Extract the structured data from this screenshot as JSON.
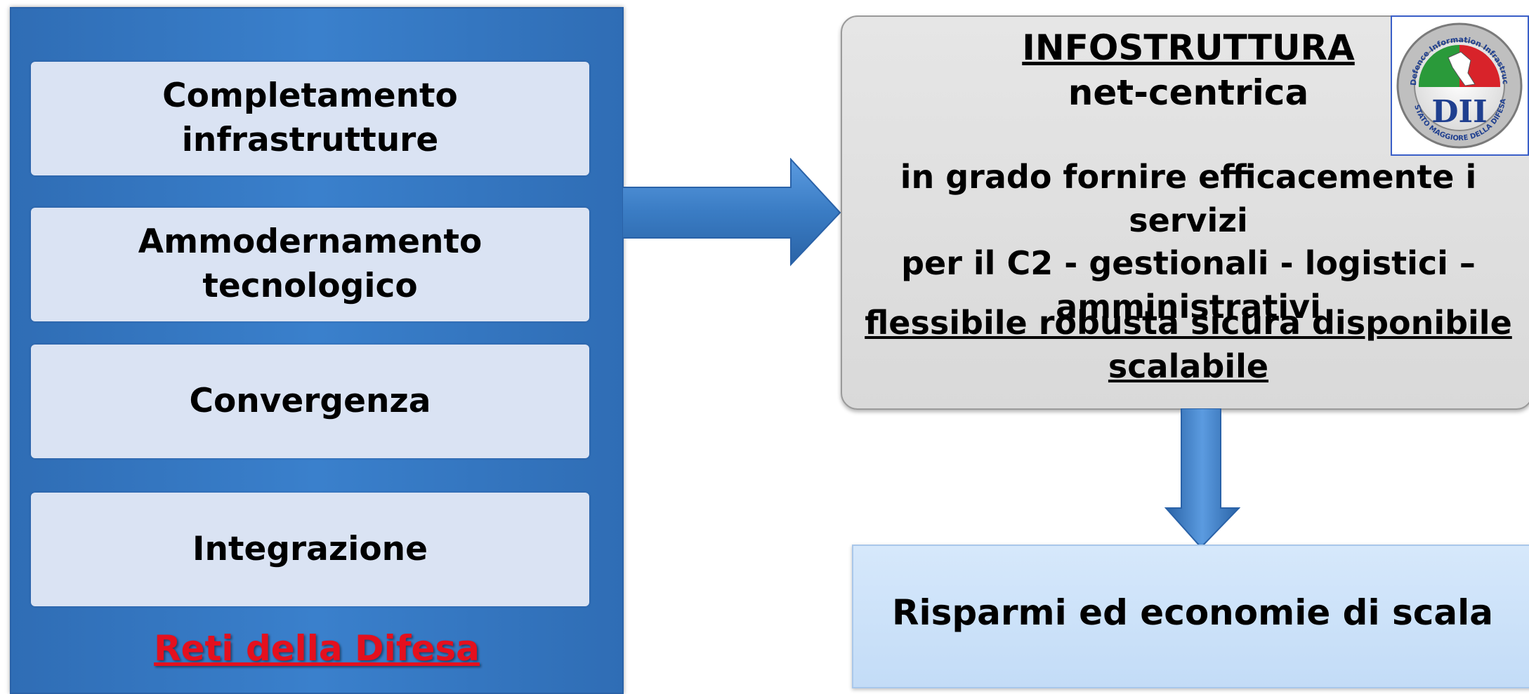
{
  "left_panel": {
    "items": [
      {
        "label": "Completamento\ninfrastrutture"
      },
      {
        "label": "Ammodernamento\ntecnologico"
      },
      {
        "label": "Convergenza"
      },
      {
        "label": "Integrazione"
      }
    ],
    "title": "Reti della Difesa"
  },
  "infostructure": {
    "title": "INFOSTRUTTURA",
    "subtitle": "net-centrica",
    "description": "in grado fornire  efficacemente  i servizi\nper  il C2 - gestionali  - logistici –\namministrativi",
    "properties": "flessibile  robusta   sicura  disponibile\nscalabile"
  },
  "logo": {
    "ring_text": "Defence Information Infrastructure",
    "bottom_text": "STATO MAGGIORE DELLA DIFESA",
    "monogram": "DII"
  },
  "result": {
    "label": "Risparmi ed economie di scala"
  },
  "colors": {
    "panel_blue": "#3a80cc",
    "item_fill": "#dae3f3",
    "title_red": "#e4101e",
    "grey_box": "#dedede",
    "result_fill": "#c9e0f8",
    "arrow_blue": "#3a7cc4"
  }
}
